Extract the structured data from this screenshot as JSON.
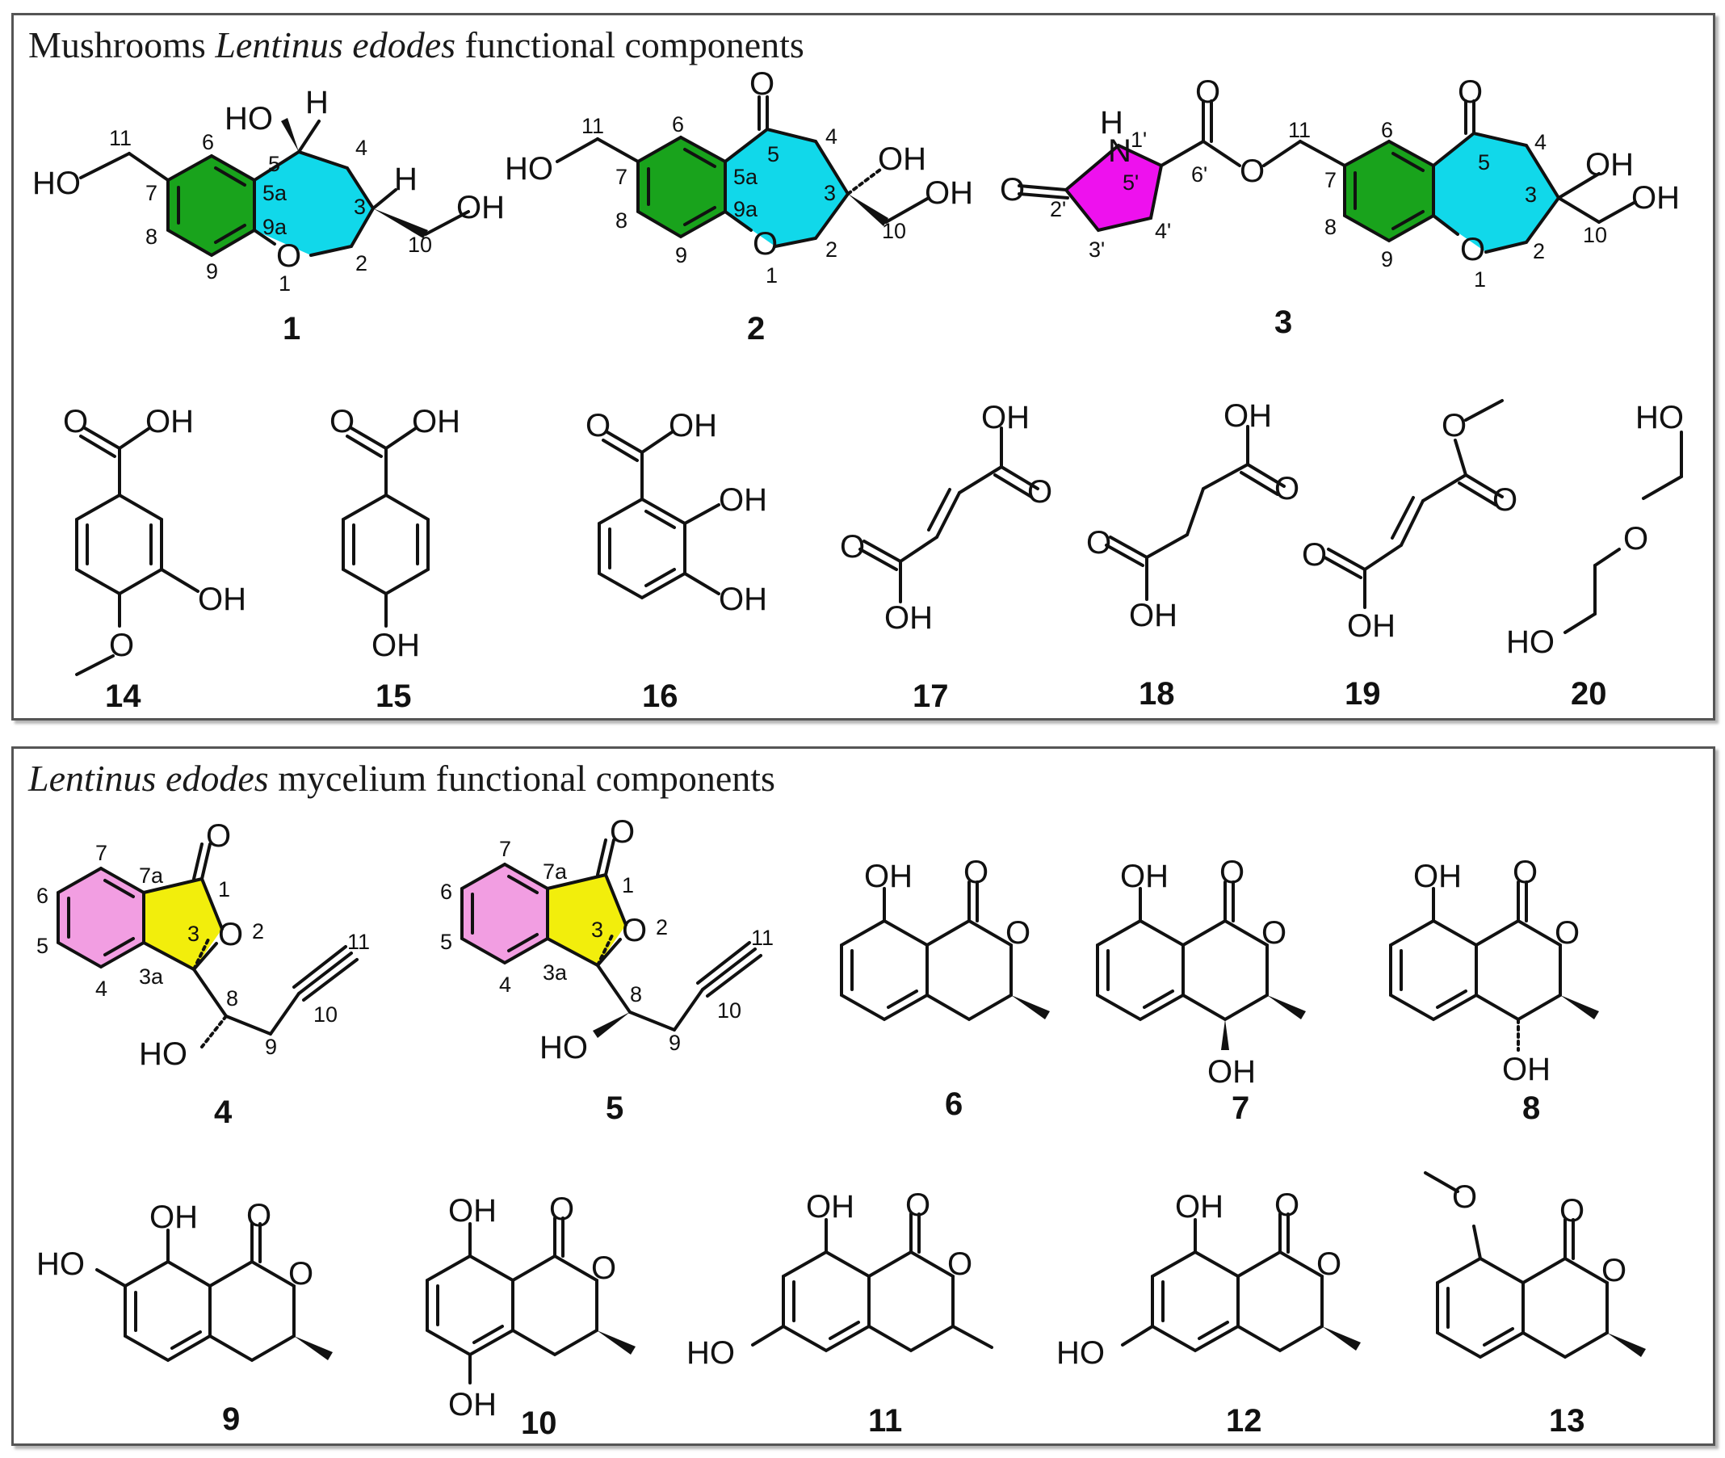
{
  "panels": {
    "top": {
      "title_plain": "Mushrooms ",
      "title_italic": "Lentinus edodes",
      "title_rest": " functional components"
    },
    "bottom": {
      "title_italic": "Lentinus edodes",
      "title_rest": " mycelium functional components"
    }
  },
  "colors": {
    "benzene_green": "#19a31c",
    "oxepane_cyan": "#11d8ea",
    "pyrrolidone_magenta": "#ee11ee",
    "benzene_pink": "#f29ee2",
    "lactone_yellow": "#f2ee0c",
    "bond": "#111111"
  },
  "compounds": {
    "c1": {
      "id": "1",
      "HO_top": "HO",
      "H_top": "H",
      "HO_left": "HO",
      "H_right": "H",
      "OH_right": "OH",
      "O_ring": "O",
      "n11": "11",
      "n6": "6",
      "n7": "7",
      "n8": "8",
      "n9": "9",
      "n5": "5",
      "n5a": "5a",
      "n9a": "9a",
      "n4": "4",
      "n3": "3",
      "n2": "2",
      "n1": "1",
      "n10": "10"
    },
    "c2": {
      "id": "2",
      "HO_left": "HO",
      "O_keto": "O",
      "OH_3": "OH",
      "OH_10": "OH",
      "O_ring": "O",
      "n11": "11",
      "n6": "6",
      "n7": "7",
      "n8": "8",
      "n9": "9",
      "n5": "5",
      "n5a": "5a",
      "n9a": "9a",
      "n4": "4",
      "n3": "3",
      "n2": "2",
      "n1": "1",
      "n10": "10"
    },
    "c3": {
      "id": "3",
      "NH": "N",
      "H": "H",
      "O_lactam": "O",
      "O_ester_dbl": "O",
      "O_ester": "O",
      "O_keto": "O",
      "OH_3": "OH",
      "OH_10": "OH",
      "O_ring": "O",
      "n1p": "1'",
      "n5p": "5'",
      "n2p": "2'",
      "n3p": "3'",
      "n4p": "4'",
      "n6p": "6'",
      "n11": "11",
      "n6": "6",
      "n7": "7",
      "n8": "8",
      "n9": "9",
      "n5": "5",
      "n4": "4",
      "n3": "3",
      "n2": "2",
      "n1": "1",
      "n10": "10"
    },
    "c14": {
      "id": "14",
      "O_dbl": "O",
      "OH_acid": "OH",
      "OH_ring": "OH",
      "O_methoxy": "O"
    },
    "c15": {
      "id": "15",
      "O_dbl": "O",
      "OH_acid": "OH",
      "OH_ring": "OH"
    },
    "c16": {
      "id": "16",
      "O_dbl": "O",
      "OH_acid": "OH",
      "OH_a": "OH",
      "OH_b": "OH"
    },
    "c17": {
      "id": "17",
      "OH_top": "OH",
      "O_top": "O",
      "O_bot": "O",
      "OH_bot": "OH"
    },
    "c18": {
      "id": "18",
      "OH_top": "OH",
      "O_top": "O",
      "O_bot": "O",
      "OH_bot": "OH"
    },
    "c19": {
      "id": "19",
      "O_me": "O",
      "O_top": "O",
      "O_bot": "O",
      "OH_bot": "OH"
    },
    "c20": {
      "id": "20",
      "HO_top": "HO",
      "O_mid": "O",
      "HO_bot": "HO"
    },
    "c4": {
      "id": "4",
      "O_dbl": "O",
      "O_ring": "O",
      "HO": "HO",
      "n7": "7",
      "n7a": "7a",
      "n1": "1",
      "n6": "6",
      "n3": "3",
      "n2": "2",
      "n5": "5",
      "n3a": "3a",
      "n4": "4",
      "n8": "8",
      "n11": "11",
      "n10": "10",
      "n9": "9"
    },
    "c5": {
      "id": "5",
      "O_dbl": "O",
      "O_ring": "O",
      "HO": "HO",
      "n7": "7",
      "n7a": "7a",
      "n1": "1",
      "n6": "6",
      "n3": "3",
      "n2": "2",
      "n5": "5",
      "n3a": "3a",
      "n4": "4",
      "n8": "8",
      "n11": "11",
      "n10": "10",
      "n9": "9"
    },
    "c6": {
      "id": "6",
      "OH": "OH",
      "O_dbl": "O",
      "O_ring": "O"
    },
    "c7": {
      "id": "7",
      "OH": "OH",
      "O_dbl": "O",
      "O_ring": "O",
      "OH_4": "OH"
    },
    "c8": {
      "id": "8",
      "OH": "OH",
      "O_dbl": "O",
      "O_ring": "O",
      "OH_4": "OH"
    },
    "c9": {
      "id": "9",
      "OH": "OH",
      "HO": "HO",
      "O_dbl": "O",
      "O_ring": "O"
    },
    "c10": {
      "id": "10",
      "OH": "OH",
      "O_dbl": "O",
      "O_ring": "O",
      "OH_5": "OH"
    },
    "c11": {
      "id": "11",
      "OH": "OH",
      "O_dbl": "O",
      "O_ring": "O",
      "HO": "HO"
    },
    "c12": {
      "id": "12",
      "OH": "OH",
      "O_dbl": "O",
      "O_ring": "O",
      "HO": "HO"
    },
    "c13": {
      "id": "13",
      "O_me": "O",
      "O_dbl": "O",
      "O_ring": "O"
    }
  }
}
